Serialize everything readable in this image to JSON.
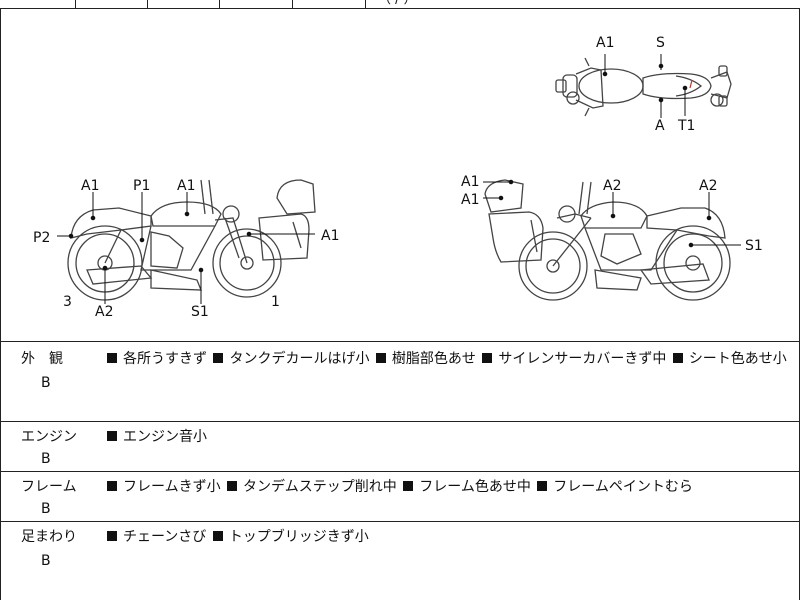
{
  "top_cut_text": "（ / ）",
  "diagram_labels": {
    "top_A1": "A1",
    "top_S": "S",
    "top_A": "A",
    "top_T1": "T1",
    "left_A1a": "A1",
    "left_P1": "P1",
    "left_A1b": "A1",
    "left_P2": "P2",
    "left_A1c": "A1",
    "left_3": "3",
    "left_A2": "A2",
    "left_S1": "S1",
    "left_1": "1",
    "right_A1a": "A1",
    "right_A1b": "A1",
    "right_A2a": "A2",
    "right_A2b": "A2",
    "right_S1": "S1"
  },
  "sections": [
    {
      "category": "外　観",
      "grade": "B",
      "items": [
        "各所うすきず",
        "タンクデカールはげ小",
        "樹脂部色あせ",
        "サイレンサーカバーきず中",
        "シート色あせ小"
      ]
    },
    {
      "category": "エンジン",
      "grade": "B",
      "items": [
        "エンジン音小"
      ]
    },
    {
      "category": "フレーム",
      "grade": "B",
      "items": [
        "フレームきず小",
        "タンデムステップ削れ中",
        "フレーム色あせ中",
        "フレームペイントむら"
      ]
    },
    {
      "category": "足まわり",
      "grade": "B",
      "items": [
        "チェーンさび",
        "トップブリッジきず小"
      ]
    }
  ]
}
